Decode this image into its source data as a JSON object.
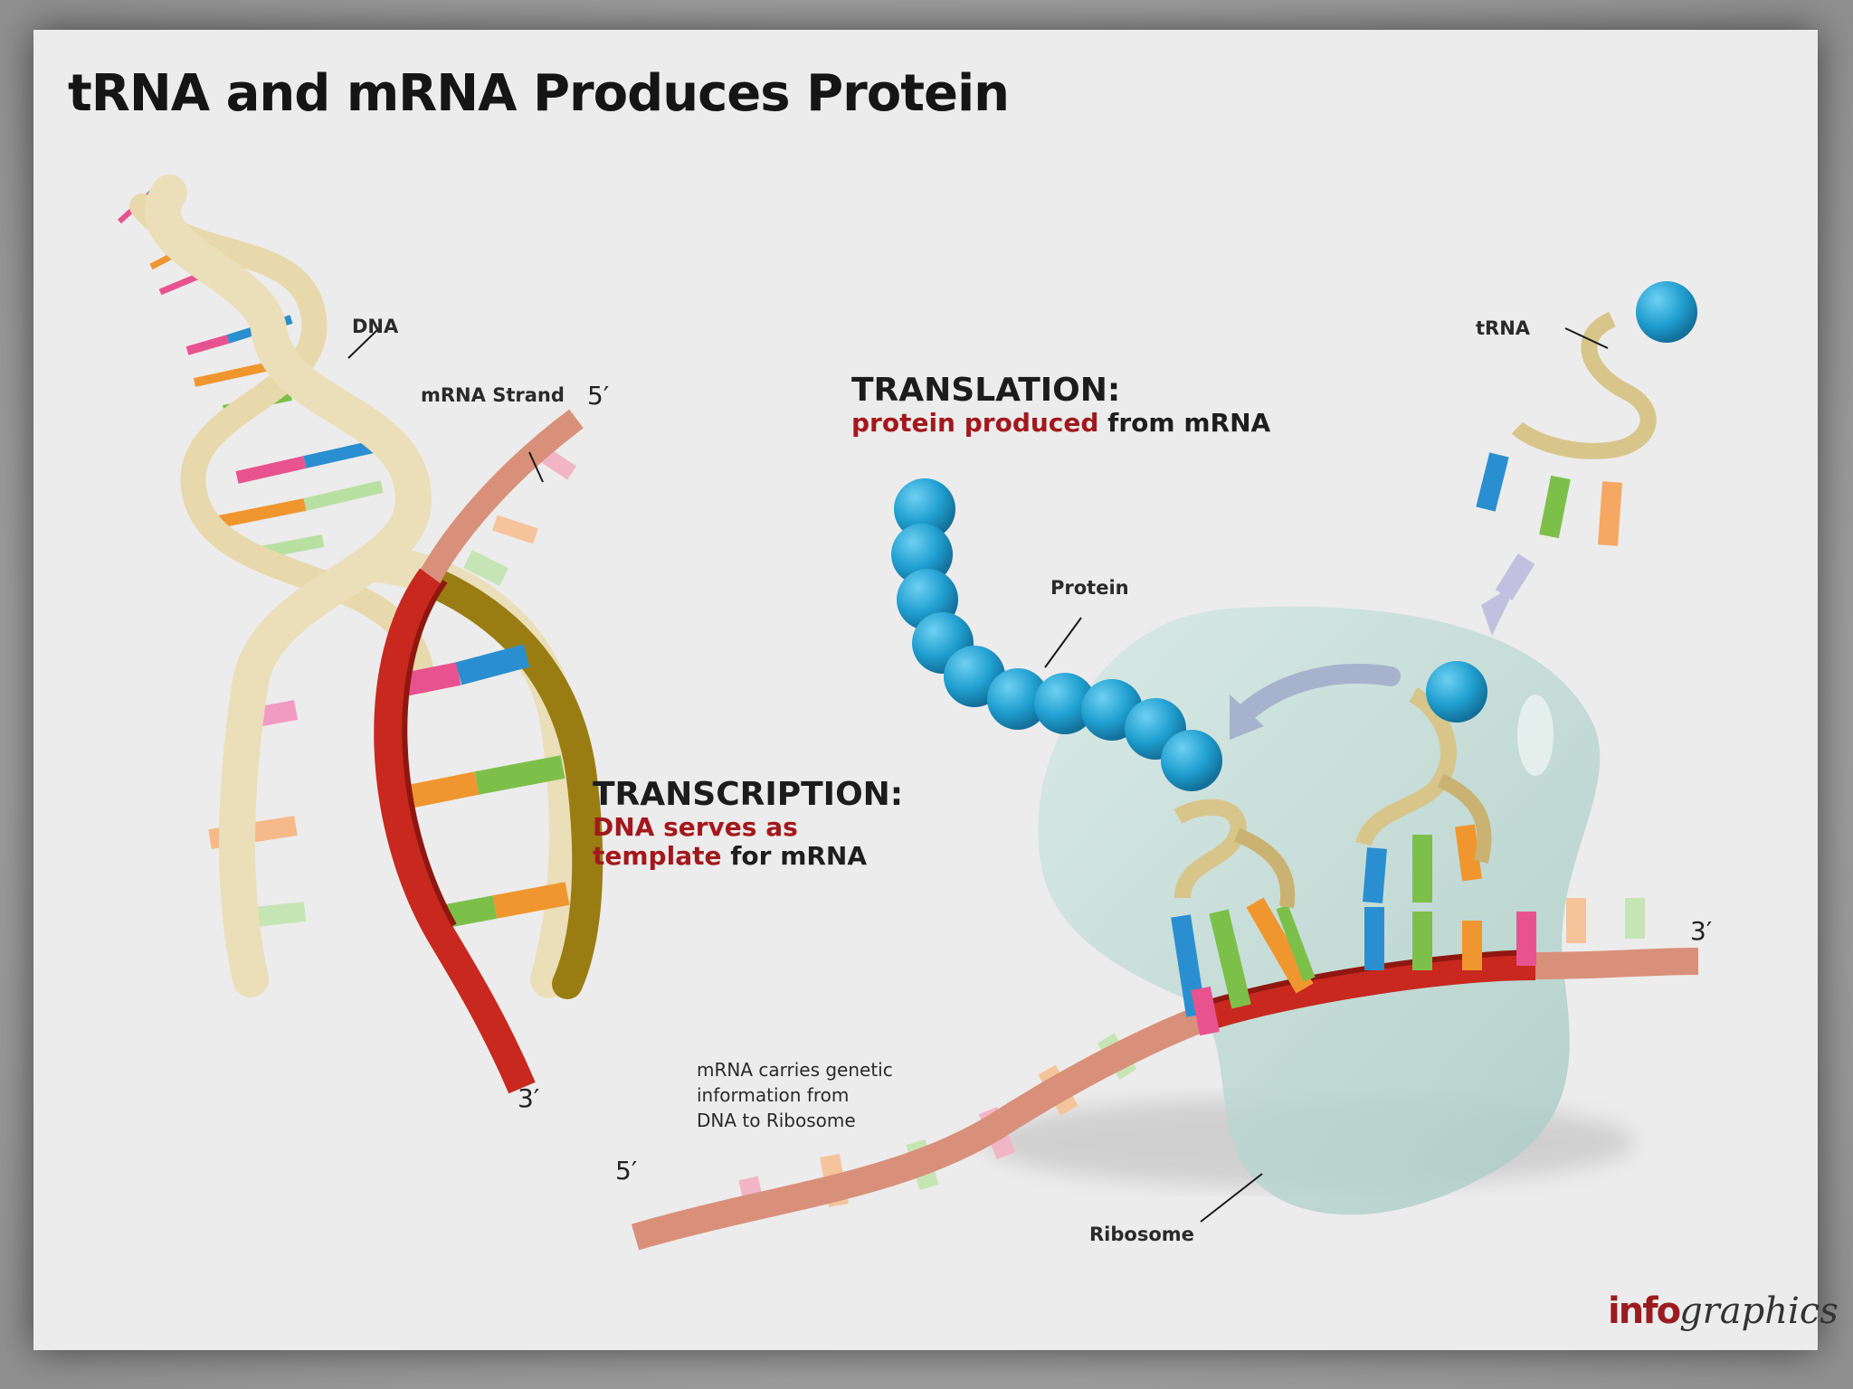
{
  "title": "tRNA and mRNA Produces Protein",
  "labels": {
    "dna": "DNA",
    "mrna_strand": "mRNA Strand",
    "end_5_top": "5′",
    "end_3_left": "3′",
    "end_5_bottom": "5′",
    "end_3_right": "3′",
    "trna": "tRNA",
    "protein": "Protein",
    "ribosome": "Ribosome"
  },
  "translation": {
    "heading": "TRANSLATION:",
    "highlight": "protein produced",
    "rest": " from mRNA"
  },
  "transcription": {
    "heading": "TRANSCRIPTION:",
    "line1": "DNA serves as",
    "line2_highlight": "template",
    "line2_rest": " for mRNA"
  },
  "caption": {
    "line1": "mRNA carries genetic",
    "line2": "information from",
    "line3": "DNA to Ribosome"
  },
  "logo": {
    "part1": "info",
    "part2": "graphics"
  },
  "colors": {
    "background": "#ececec",
    "title": "#151515",
    "highlight_red": "#a3181c",
    "mrna_strand": "#d9907a",
    "mrna_active": "#c8281e",
    "dna_backbone": "#e7d9ab",
    "dna_template": "#9a7d12",
    "amino_acid": "#1f9fd0",
    "ribosome": "#b8d6cf",
    "trna_ribbon": "#d8c58a",
    "base_pink": "#e8538f",
    "base_blue": "#2a8fd0",
    "base_green": "#7cc04a",
    "base_orange": "#f0962e"
  },
  "icons": [
    "dna-helix",
    "mrna-strand",
    "protein-chain-icon",
    "ribosome",
    "trna-molecule",
    "process-arrow-icon"
  ]
}
